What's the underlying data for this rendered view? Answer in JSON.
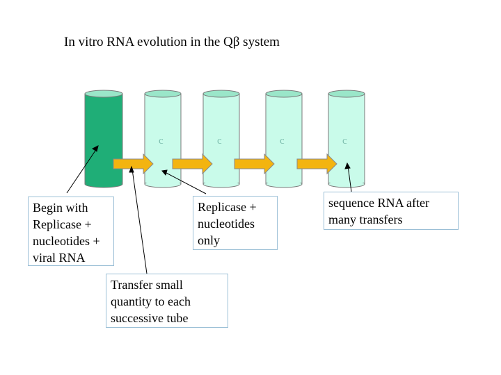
{
  "title": "In vitro RNA evolution in the Qβ system",
  "tube_labels": [
    "c",
    "c",
    "c",
    "c"
  ],
  "labels": {
    "begin": [
      "Begin with",
      "Replicase +",
      "nucleotides +",
      "viral RNA"
    ],
    "replicase": [
      "Replicase +",
      "nucleotides",
      "only"
    ],
    "transfer": [
      "Transfer small",
      "quantity to each",
      "successive tube"
    ],
    "sequence": [
      "sequence RNA after",
      "many transfers"
    ]
  },
  "colors": {
    "first_tube": "#1fae77",
    "tube": "#c9fbea",
    "tube_rim": "#9ae6c9",
    "arrow": "#f3b410",
    "box_border": "#9bbfd6"
  }
}
